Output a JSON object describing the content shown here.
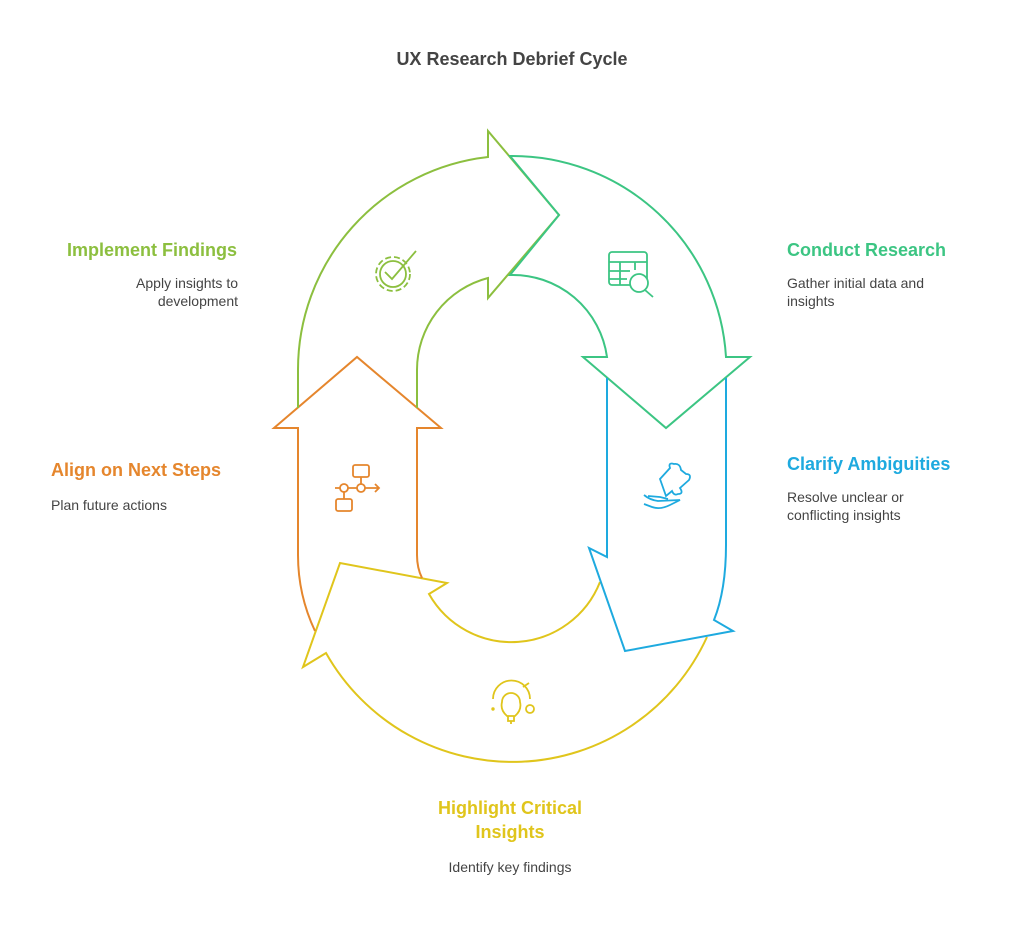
{
  "title": "UX Research Debrief Cycle",
  "colors": {
    "implement": "#8cbf3f",
    "conduct": "#3cc583",
    "clarify": "#1eaadf",
    "highlight": "#e0c51c",
    "align": "#e5862d"
  },
  "steps": {
    "implement": {
      "title": "Implement Findings",
      "desc": [
        "Apply insights to",
        "development"
      ],
      "icon": "gear-check-icon"
    },
    "conduct": {
      "title": "Conduct Research",
      "desc": [
        "Gather initial data and",
        "insights"
      ],
      "icon": "table-search-icon"
    },
    "clarify": {
      "title": "Clarify Ambiguities",
      "desc": [
        "Resolve unclear or",
        "conflicting insights"
      ],
      "icon": "puzzle-hand-icon"
    },
    "highlight": {
      "title": [
        "Highlight Critical",
        "Insights"
      ],
      "desc": [
        "Identify key findings"
      ],
      "icon": "lightbulb-icon"
    },
    "align": {
      "title": "Align on Next Steps",
      "desc": [
        "Plan future actions"
      ],
      "icon": "flowchart-icon"
    }
  }
}
